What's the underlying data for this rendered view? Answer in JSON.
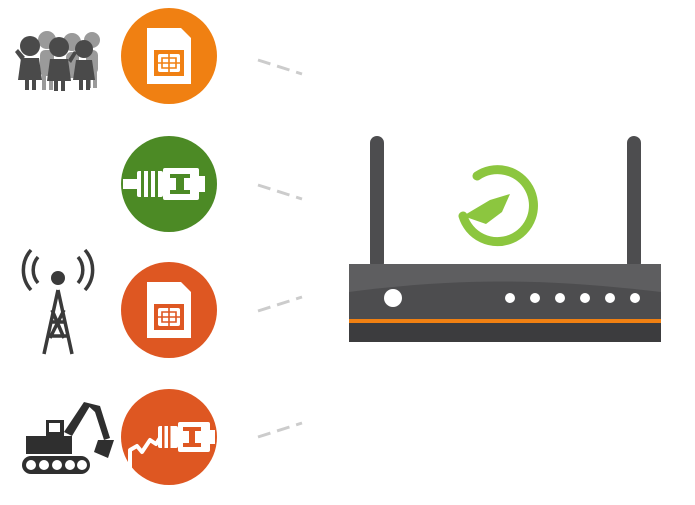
{
  "colors": {
    "orange": "#f08012",
    "green": "#4c8a25",
    "red_orange": "#de5722",
    "router_body": "#4d4d4f",
    "router_trim": "#f08012",
    "logo_green": "#8cc63f",
    "connector": "#cccccc",
    "icon_gray": "#555555"
  },
  "rows": [
    {
      "left_icon": "crowd-icon",
      "badge_icon": "sim-card-icon",
      "badge_color": "orange"
    },
    {
      "left_icon": "",
      "badge_icon": "ethernet-plug-icon",
      "badge_color": "green"
    },
    {
      "left_icon": "cell-tower-icon",
      "badge_icon": "sim-card-icon",
      "badge_color": "red_orange"
    },
    {
      "left_icon": "excavator-icon",
      "badge_icon": "broken-ethernet-cable-icon",
      "badge_color": "red_orange"
    }
  ],
  "router": {
    "antennas": 2,
    "status_leds": 6,
    "logo_icon": "power-swirl-logo-icon"
  }
}
